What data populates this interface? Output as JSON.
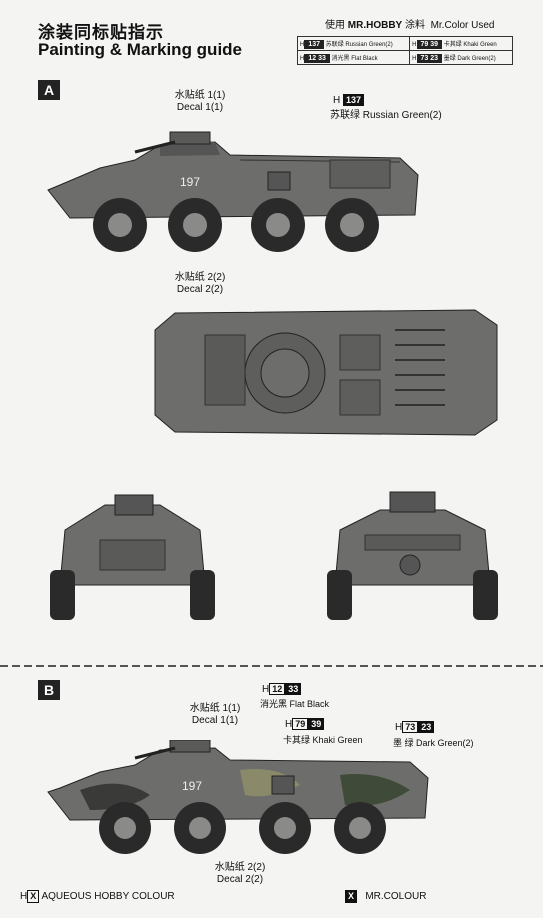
{
  "header": {
    "title_cn": "涂装同标贴指示",
    "title_en": "Painting & Marking guide",
    "used_prefix": "使用",
    "brand1": "MR.HOBBY",
    "used_mid": "涂料",
    "brand2": "Mr.Color Used"
  },
  "color_table": {
    "rows": [
      [
        {
          "h": "H",
          "code": "137",
          "cn": "苏联绿",
          "en": "Russian Green(2)"
        },
        {
          "h": "H",
          "code": "79 39",
          "cn": "卡其绿",
          "en": "Khaki Green"
        }
      ],
      [
        {
          "h": "H",
          "code": "12 33",
          "cn": "消光黑",
          "en": "Flat Black"
        },
        {
          "h": "H",
          "code": "73 23",
          "cn": "墨绿",
          "en": "Dark Green(2)"
        }
      ]
    ]
  },
  "section_a": {
    "label": "A",
    "decal1_cn": "水贴纸  1(1)",
    "decal1_en": "Decal  1(1)",
    "paint_h": "H",
    "paint_code": "137",
    "paint_name": "苏联绿  Russian Green(2)",
    "decal2_cn": "水贴纸  2(2)",
    "decal2_en": "Decal 2(2)",
    "hull_number": "197"
  },
  "section_b": {
    "label": "B",
    "decal1_cn": "水贴纸  1(1)",
    "decal1_en": "Decal 1(1)",
    "black_h": "H",
    "black_code1": "12",
    "black_code2": "33",
    "black_name": "消光黑  Flat Black",
    "khaki_h": "H",
    "khaki_code1": "79",
    "khaki_code2": "39",
    "khaki_name": "卡其绿  Khaki Green",
    "dark_h": "H",
    "dark_code1": "73",
    "dark_code2": "23",
    "dark_name": "墨  绿   Dark Green(2)",
    "decal2_cn": "水贴纸  2(2)",
    "decal2_en": "Decal 2(2)",
    "hull_number": "197"
  },
  "legend": {
    "aqueous_x": "X",
    "aqueous_prefix": "H",
    "aqueous_label": "AQUEOUS HOBBY COLOUR",
    "mr_x": "X",
    "mr_label": "MR.COLOUR"
  },
  "colors": {
    "hull_gray": "#6d6d6b",
    "hull_dark": "#3a3a38",
    "tire": "#2a2a2a",
    "hub": "#8a8a88",
    "paper": "#f4f4f2"
  }
}
